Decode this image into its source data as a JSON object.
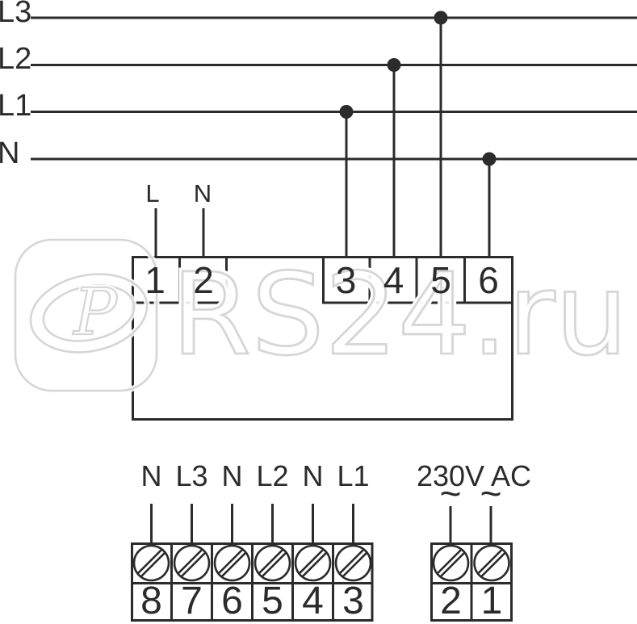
{
  "colors": {
    "ink": "#2b2b2b",
    "watermark_gray": "#d6d6d6"
  },
  "bus_lines": [
    {
      "label": "L3"
    },
    {
      "label": "L2"
    },
    {
      "label": "L1"
    },
    {
      "label": "N"
    }
  ],
  "device": {
    "inputs": [
      {
        "label": "L"
      },
      {
        "label": "N"
      }
    ],
    "terminal_numbers": [
      "1",
      "2",
      "3",
      "4",
      "5",
      "6"
    ]
  },
  "output_block": {
    "wire_labels": [
      "N",
      "L3",
      "N",
      "L2",
      "N",
      "L1"
    ],
    "terminal_numbers": [
      "8",
      "7",
      "6",
      "5",
      "4",
      "3"
    ]
  },
  "power_block": {
    "label": "230V AC",
    "phase_symbols": [
      "~",
      "~"
    ],
    "terminal_numbers": [
      "2",
      "1"
    ]
  },
  "watermark": {
    "text": "RS24.ru",
    "logo_letter": "P"
  }
}
